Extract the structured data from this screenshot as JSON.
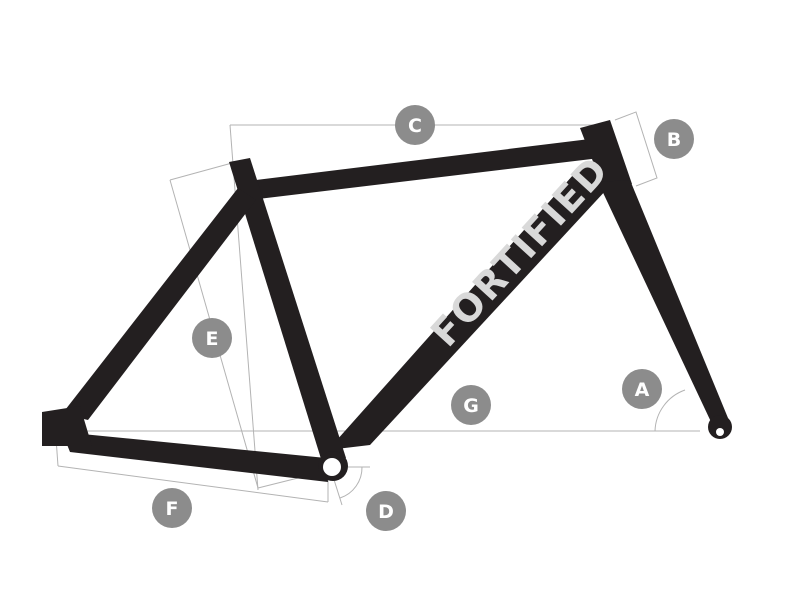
{
  "brand": "FORTIFIED",
  "markers": {
    "A": "A",
    "B": "B",
    "C": "C",
    "D": "D",
    "E": "E",
    "F": "F",
    "G": "G"
  }
}
